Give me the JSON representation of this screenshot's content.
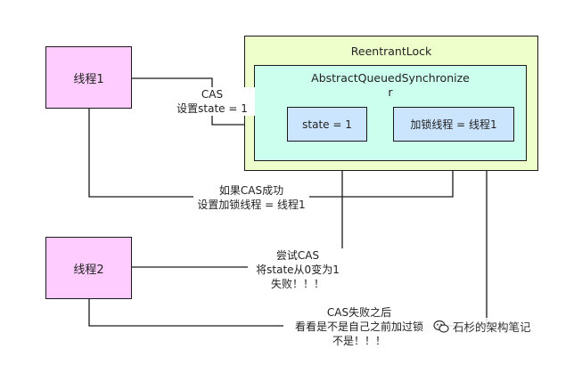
{
  "reentrant_lock": {
    "title": "ReentrantLock"
  },
  "aqs": {
    "title_line1": "AbstractQueuedSynchronize",
    "title_line2": "r"
  },
  "fields": {
    "state": "state = 1",
    "owner": "加锁线程 = 线程1"
  },
  "threads": {
    "thread1": "线程1",
    "thread2": "线程2"
  },
  "labels": {
    "cas_line1": "CAS",
    "cas_line2": "设置state = 1",
    "success_line1": "如果CAS成功",
    "success_line2": "设置加锁线程 = 线程1",
    "try_line1": "尝试CAS",
    "try_line2": "将state从0变为1",
    "try_line3": "失败！！！",
    "fail_line1": "CAS失败之后",
    "fail_line2": "看看是不是自己之前加过锁",
    "fail_line3": "不是！！！"
  },
  "watermark": {
    "text": "石杉的架构笔记",
    "icon": "wechat-icon"
  },
  "colors": {
    "thread_fill": "#ffccff",
    "reentrant_fill": "#eeffcc",
    "aqs_fill": "#ccffee",
    "field_fill": "#cce5ff",
    "line": "#1a1a1a"
  }
}
